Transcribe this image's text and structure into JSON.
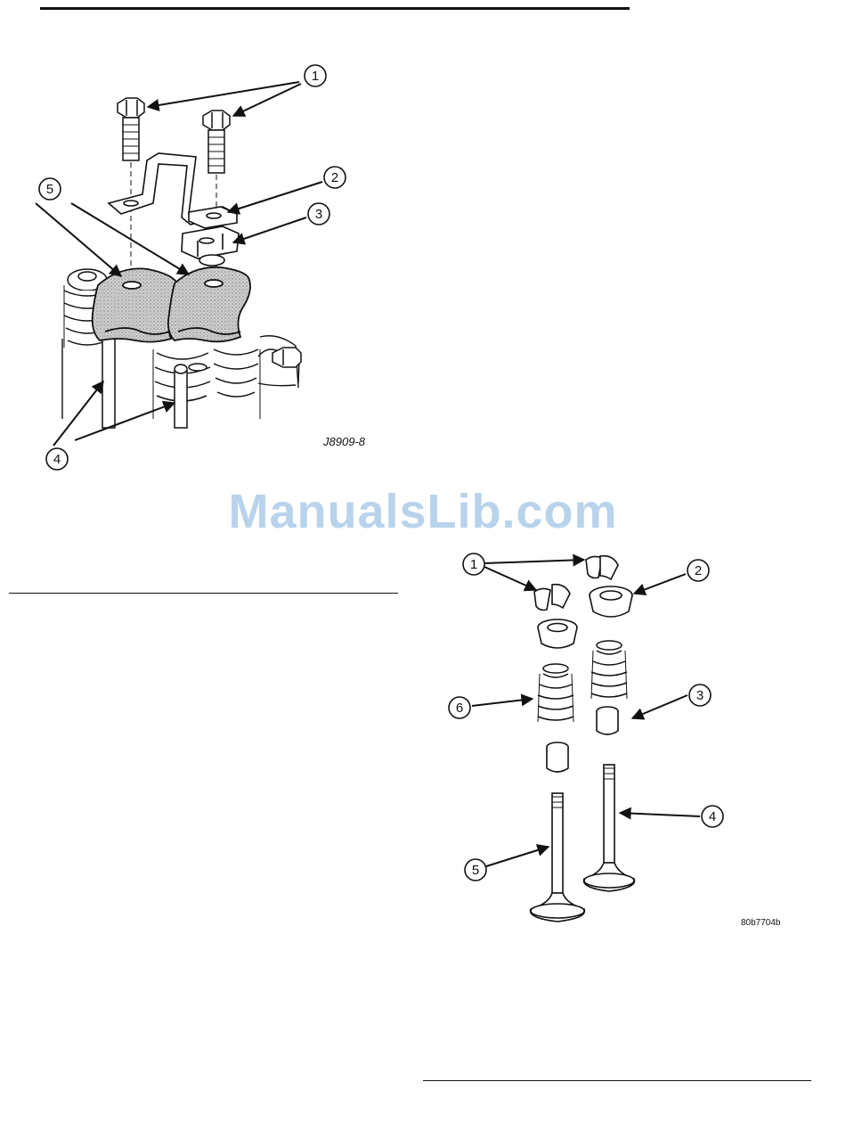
{
  "watermark": "ManualsLib.com",
  "figure_top": {
    "code": "J8909-8",
    "callouts": [
      "1",
      "2",
      "3",
      "4",
      "5"
    ]
  },
  "figure_bottom": {
    "code": "80b7704b",
    "callouts": [
      "1",
      "2",
      "3",
      "4",
      "5",
      "6"
    ]
  }
}
